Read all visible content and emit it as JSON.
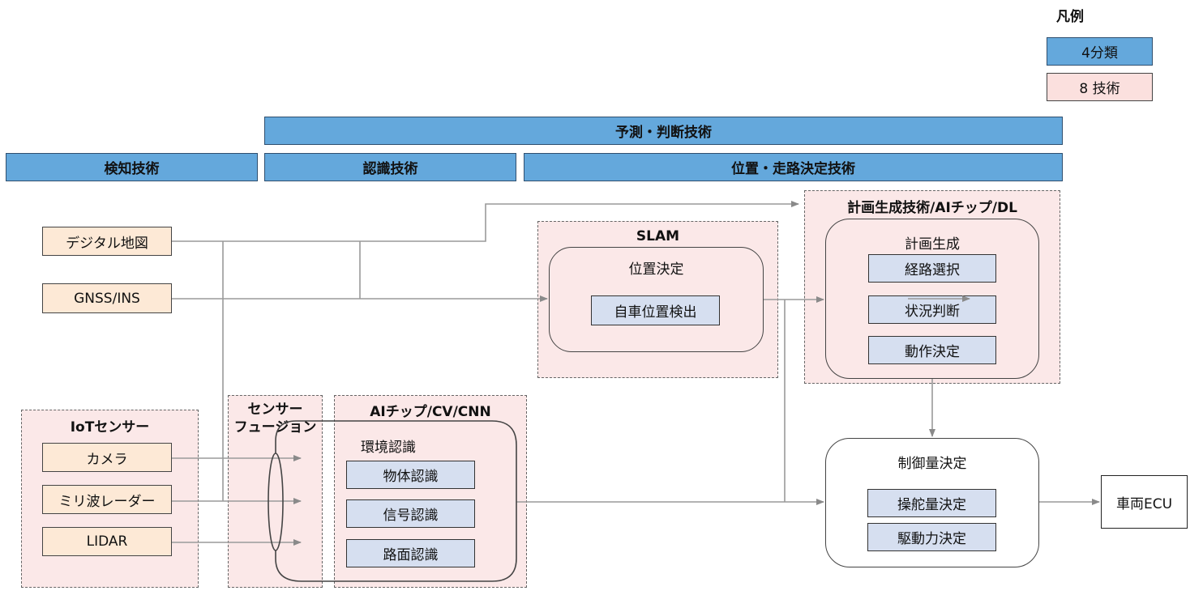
{
  "legend": {
    "title": "凡例",
    "items": [
      {
        "label": "4分類",
        "color": "#64a8dc"
      },
      {
        "label": "8 技術",
        "color": "#fbe0de"
      }
    ]
  },
  "categories": {
    "prediction": "予測・判断技術",
    "detection": "検知技術",
    "recognition": "認識技術",
    "positioning": "位置・走路決定技術"
  },
  "sources": {
    "digital_map": "デジタル地図",
    "gnss": "GNSS/INS"
  },
  "iot": {
    "title": "IoTセンサー",
    "items": [
      "カメラ",
      "ミリ波レーダー",
      "LIDAR"
    ]
  },
  "fusion": {
    "title_line1": "センサー",
    "title_line2": "フュージョン"
  },
  "ai_cv": {
    "title": "AIチップ/CV/CNN",
    "group_title": "環境認識",
    "items": [
      "物体認識",
      "信号認識",
      "路面認識"
    ]
  },
  "slam": {
    "title": "SLAM",
    "group_title": "位置決定",
    "items": [
      "自車位置検出"
    ]
  },
  "planning": {
    "title": "計画生成技術/AIチップ/DL",
    "group_title": "計画生成",
    "items": [
      "経路選択",
      "状況判断",
      "動作決定"
    ]
  },
  "control": {
    "group_title": "制御量決定",
    "items": [
      "操舵量決定",
      "駆動力決定"
    ]
  },
  "ecu": {
    "label": "車両ECU"
  },
  "colors": {
    "category": "#64a8dc",
    "zone": "#fbe8e8",
    "source": "#fde9d6",
    "tech": "#d6dff0",
    "connector": "#8a8a8a"
  }
}
